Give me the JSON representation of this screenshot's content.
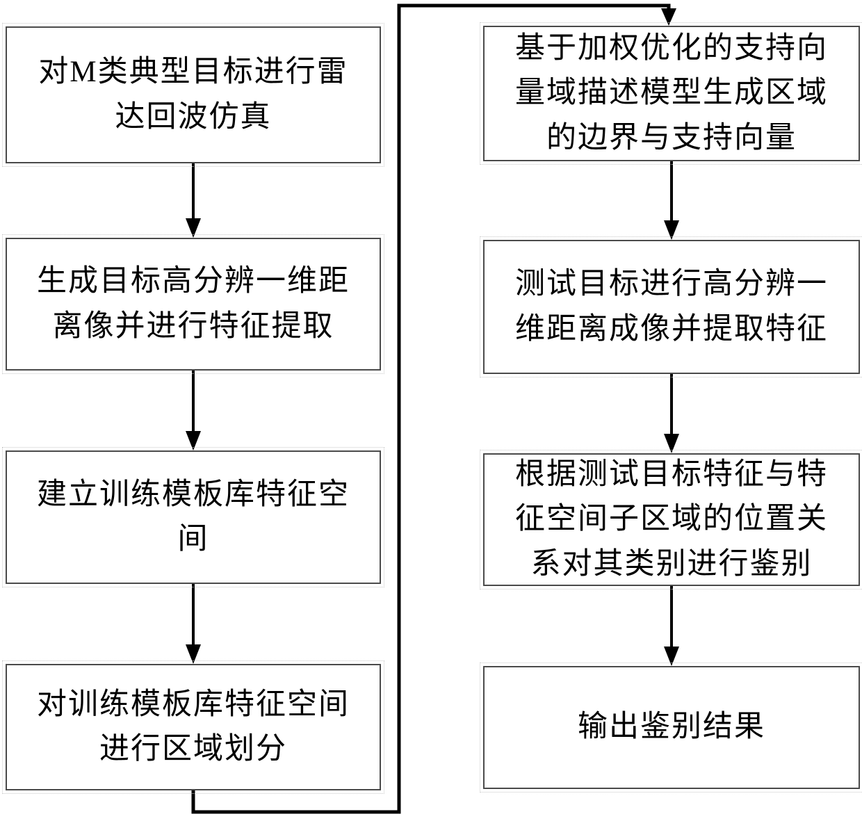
{
  "flowchart": {
    "left_steps": [
      {
        "name": "simulate-radar-echo",
        "text": "对M类典型目标进行雷\n达回波仿真"
      },
      {
        "name": "generate-hrrp-extract-features",
        "text": "生成目标高分辨一维距\n离像并进行特征提取"
      },
      {
        "name": "build-template-feature-space",
        "text": "建立训练模板库特征空\n间"
      },
      {
        "name": "partition-feature-space",
        "text": "对训练模板库特征空间\n进行区域划分"
      }
    ],
    "right_steps": [
      {
        "name": "svdd-generate-boundary",
        "text": "基于加权优化的支持向\n量域描述模型生成区域\n的边界与支持向量"
      },
      {
        "name": "test-target-hrrp-features",
        "text": "测试目标进行高分辨一\n维距离成像并提取特征"
      },
      {
        "name": "discriminate-by-position",
        "text": "根据测试目标特征与特\n征空间子区域的位置关\n系对其类别进行鉴别"
      },
      {
        "name": "output-result",
        "text": "输出鉴别结果"
      }
    ],
    "colors": {
      "background": "#ffffff",
      "box_border": "#4a4a4a",
      "text": "#000000",
      "connector": "#000000"
    }
  }
}
